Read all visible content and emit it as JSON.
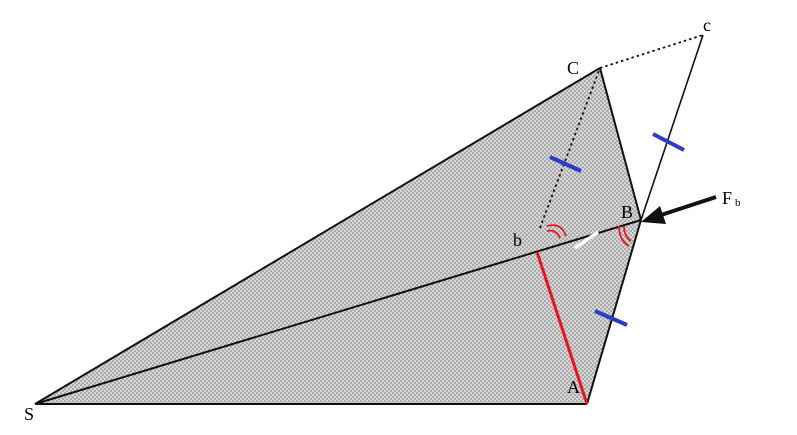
{
  "colors": {
    "background": "#ffffff",
    "line": "#111111",
    "fill_dot": "#8a8a8a",
    "fill_base": "#d9d9d9",
    "highlight_red": "#e8141b",
    "tick_blue": "#2b3bc4",
    "tick_white": "#ffffff"
  },
  "labels": {
    "S": "S",
    "A": "A",
    "B": "B",
    "C": "C",
    "b": "b",
    "c": "c",
    "F": "F",
    "F_sub": "b"
  }
}
